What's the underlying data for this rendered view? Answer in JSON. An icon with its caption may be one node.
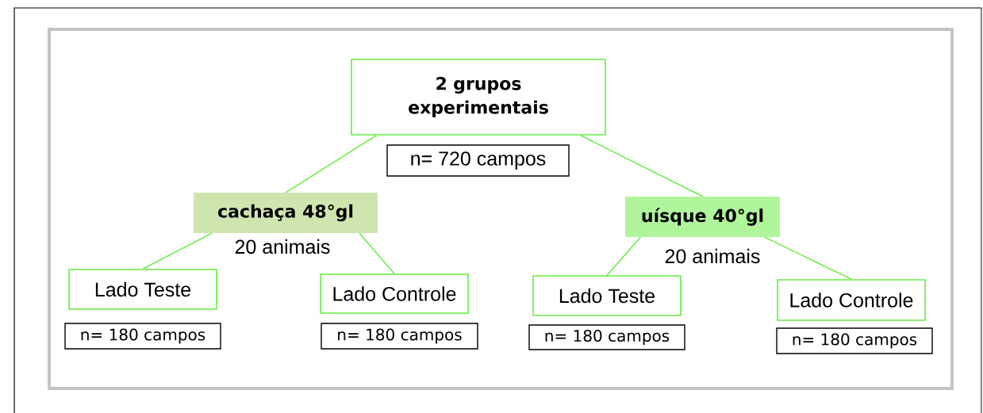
{
  "diagram": {
    "nodes": [
      {
        "text": [
          "2 grupos experimentais"
        ]
      },
      {
        "text": [
          "n= 720 campos"
        ]
      },
      {
        "text": [
          "cachaça  48°gl"
        ],
        "beside": [
          "20 animais"
        ]
      },
      {
        "text": [
          "uísque 40°gl"
        ],
        "beside": [
          "20 animais"
        ]
      },
      {
        "text": [
          "Lado Teste"
        ]
      },
      {
        "text": [
          "n= 180 campos"
        ]
      },
      {
        "text": [
          "Lado Controle"
        ]
      },
      {
        "text": [
          "n= 180 campos"
        ]
      },
      {
        "text": [
          "Lado Teste"
        ]
      },
      {
        "text": [
          "n= 180 campos"
        ]
      },
      {
        "text": [
          "Lado Controle"
        ]
      },
      {
        "text": [
          "n= 180 campos"
        ]
      }
    ],
    "edges": [
      {
        "from": 0,
        "to": 2,
        "arrow": "none"
      },
      {
        "from": 0,
        "to": 3,
        "arrow": "none"
      },
      {
        "from": 2,
        "to": 4,
        "arrow": "none"
      },
      {
        "from": 2,
        "to": 6,
        "arrow": "none"
      },
      {
        "from": 3,
        "to": 8,
        "arrow": "none"
      },
      {
        "from": 3,
        "to": 10,
        "arrow": "none"
      }
    ]
  }
}
